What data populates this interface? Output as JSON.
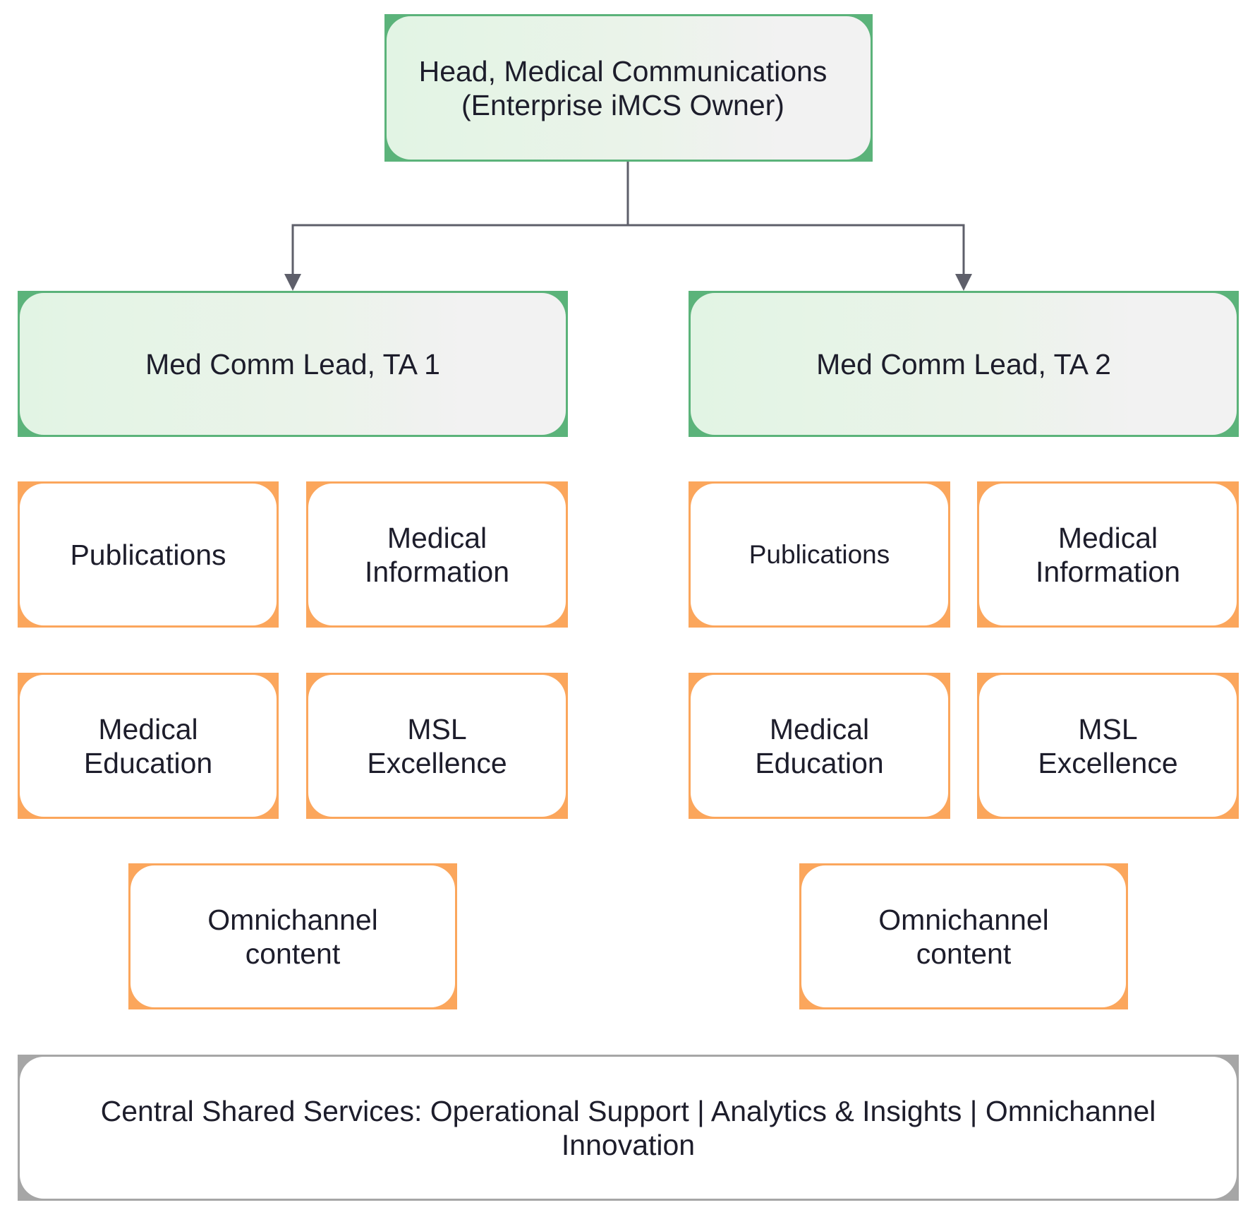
{
  "colors": {
    "lead_border": "#5bb37a",
    "function_border": "#fba65c",
    "shared_border": "#a6a6a6",
    "connector": "#5e5f6a",
    "text": "#1d1d2b"
  },
  "head": {
    "label": "Head, Medical Communications\n(Enterprise iMCS Owner)"
  },
  "leads": [
    {
      "label": "Med Comm Lead, TA 1",
      "functions": [
        {
          "label": "Publications"
        },
        {
          "label": "Medical\nInformation"
        },
        {
          "label": "Medical\nEducation"
        },
        {
          "label": "MSL\nExcellence"
        },
        {
          "label": "Omnichannel\ncontent"
        }
      ]
    },
    {
      "label": "Med Comm Lead, TA 2",
      "functions": [
        {
          "label": "Publications"
        },
        {
          "label": "Medical\nInformation"
        },
        {
          "label": "Medical\nEducation"
        },
        {
          "label": "MSL\nExcellence"
        },
        {
          "label": "Omnichannel\ncontent"
        }
      ]
    }
  ],
  "shared_services": {
    "label": "Central Shared Services: Operational Support | Analytics & Insights | Omnichannel\nInnovation"
  }
}
